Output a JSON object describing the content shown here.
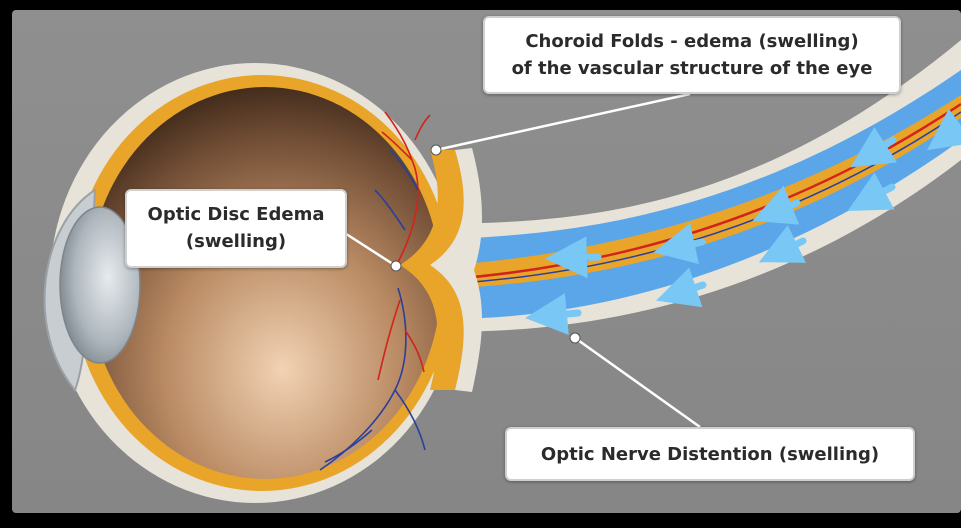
{
  "diagram": {
    "callouts": {
      "choroid_folds": {
        "line1": "Choroid Folds - edema (swelling)",
        "line2": "of the vascular structure of the eye"
      },
      "optic_disc": {
        "line1": "Optic Disc Edema",
        "line2": "(swelling)"
      },
      "optic_nerve": {
        "line1": "Optic Nerve Distention (swelling)"
      }
    },
    "colors": {
      "panel_background": "#8e8e8e",
      "frame": "#000000",
      "sclera_orange": "#e8a52a",
      "nerve_sheath": "#e7e3d8",
      "csf_blue": "#5aa6e8",
      "flow_arrow": "#79c7f4",
      "artery_red": "#d2231c",
      "vein_blue": "#2a3f9c"
    }
  }
}
